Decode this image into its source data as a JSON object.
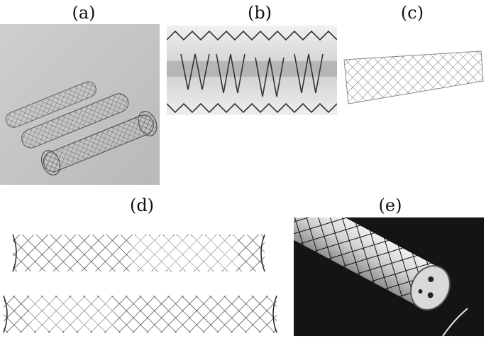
{
  "figure": {
    "panels": [
      {
        "id": "a",
        "label": "(a)"
      },
      {
        "id": "b",
        "label": "(b)"
      },
      {
        "id": "c",
        "label": "(c)"
      },
      {
        "id": "d",
        "label": "(d)"
      },
      {
        "id": "e",
        "label": "(e)"
      }
    ]
  }
}
